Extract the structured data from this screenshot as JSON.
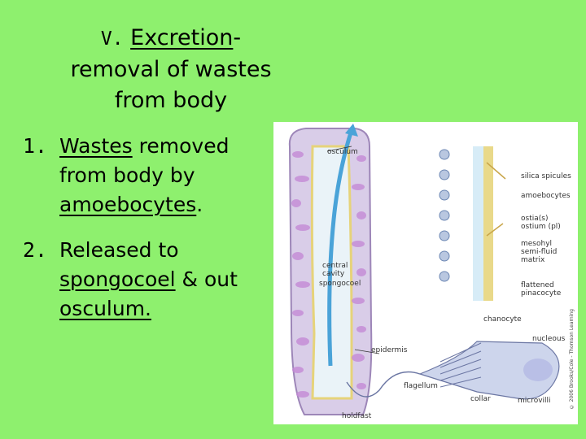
{
  "heading": {
    "number": "V.",
    "term": "Excretion",
    "dash": "-",
    "line2": "removal of wastes",
    "line3": "from body"
  },
  "items": [
    {
      "num": "1.",
      "word1": "Wastes",
      "rest1": "removed",
      "line2": "from body by",
      "word3": "amoebocytes",
      "end3": "."
    },
    {
      "num": "2.",
      "line1": "Released to",
      "word2": "spongocoel",
      "rest2": "& out",
      "word3": "osculum."
    }
  ],
  "figure": {
    "labels": {
      "osculum": "osculum",
      "central_cavity": "central\ncavity",
      "spongocoel": "spongocoel",
      "silica_spicules": "silica spicules",
      "amoebocytes": "amoebocytes",
      "ostia": "ostia(s)\nostium (pl)",
      "mesohyl": "mesohyl\nsemi-fluid\nmatrix",
      "flattened": "flattened\npinacocyte",
      "chanocyte": "chanocyte",
      "nucleous": "nucleous",
      "epidermis": "epidermis",
      "flagellum": "flagellum",
      "collar": "collar",
      "microvilli": "microvilli",
      "holdfast": "holdfast"
    },
    "copyright": "© 2006 Brooks/Cole - Thomson Learning"
  },
  "colors": {
    "background": "#8ef06e",
    "sponge_body": "#d9cde8",
    "sponge_spots": "#c58ad6",
    "cavity": "#eaf3f8"
  }
}
